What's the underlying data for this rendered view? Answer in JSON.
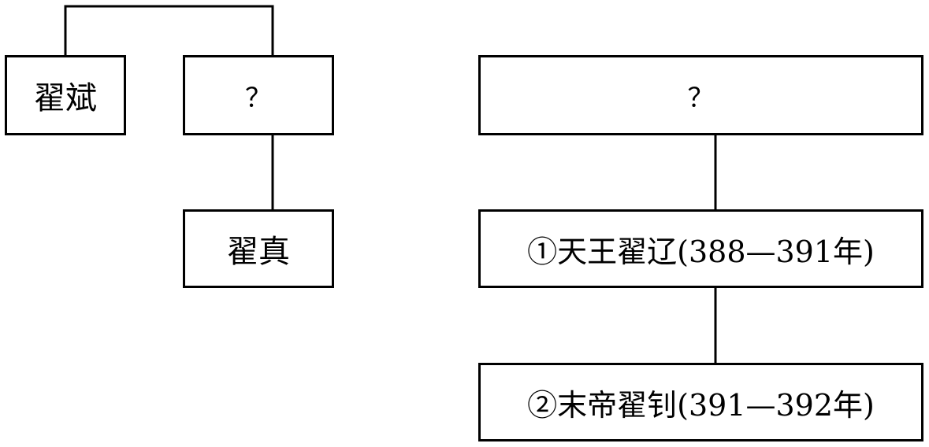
{
  "diagram": {
    "left_tree": {
      "father": "翟斌",
      "unknown": "？",
      "child": "翟真"
    },
    "right_tree": {
      "unknown": "？",
      "ruler_1": "①天王翟辽(388—391年)",
      "ruler_2": "②末帝翟钊(391—392年)"
    }
  }
}
